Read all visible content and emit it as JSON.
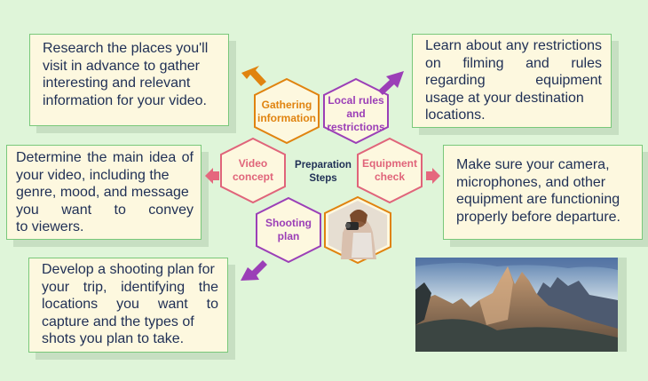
{
  "center": {
    "line1": "Preparation",
    "line2": "Steps"
  },
  "hexagons": [
    {
      "id": "gathering",
      "lines": [
        "Gathering",
        "information"
      ],
      "color": "#e0830f"
    },
    {
      "id": "local-rules",
      "lines": [
        "Local rules",
        "and",
        "restrictions"
      ],
      "color": "#9b3fb7"
    },
    {
      "id": "video-concept",
      "lines": [
        "Video",
        "concept"
      ],
      "color": "#e0647a"
    },
    {
      "id": "equipment",
      "lines": [
        "Equipment",
        "check"
      ],
      "color": "#e0647a"
    },
    {
      "id": "shooting",
      "lines": [
        "Shooting",
        "plan"
      ],
      "color": "#9b3fb7"
    }
  ],
  "cards": {
    "gathering": [
      "Research the places you'll",
      "visit in advance to gather",
      "interesting and relevant",
      "information for your video."
    ],
    "local_rules": [
      "Learn about any restrictions",
      "on filming and rules",
      "regarding equipment",
      "usage at your destination",
      "locations."
    ],
    "video_concept": [
      "Determine the main idea of",
      "your video, including the",
      "genre, mood, and message",
      "you want to convey",
      "to viewers."
    ],
    "equipment": [
      "Make sure your camera,",
      "microphones, and other",
      "equipment are functioning",
      "properly before departure."
    ],
    "shooting": [
      "Develop a shooting plan for",
      "your trip, identifying the",
      "locations you want to",
      "capture and the types of",
      "shots you plan to take."
    ]
  },
  "colors": {
    "background": "#dff5d9",
    "card_bg": "#fdf8df",
    "card_border": "#79c87a",
    "text": "#1f2f55",
    "orange": "#e0830f",
    "purple": "#9b3fb7",
    "pink": "#e0647a",
    "arrow_pink": "#e5677e"
  },
  "images": [
    {
      "id": "photographer-photo",
      "icon": "person-with-camera-icon"
    },
    {
      "id": "mountains-photo",
      "icon": "mountain-landscape-icon"
    }
  ]
}
